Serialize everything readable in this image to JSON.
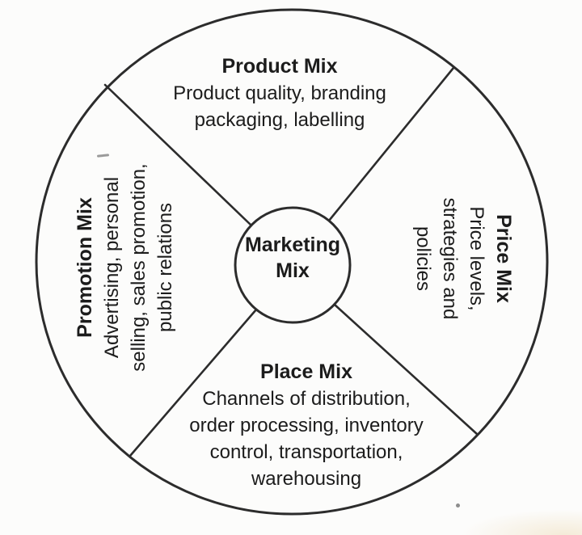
{
  "diagram": {
    "center": {
      "lines": [
        "Marketing",
        "Mix"
      ]
    },
    "segments": {
      "product": {
        "title": "Product Mix",
        "body": [
          "Product quality, branding",
          "packaging, labelling"
        ]
      },
      "price": {
        "title": "Price Mix",
        "body": [
          "Price levels,",
          "strategies and",
          "policies"
        ]
      },
      "place": {
        "title": "Place Mix",
        "body": [
          "Channels of distribution,",
          "order processing, inventory",
          "control, transportation,",
          "warehousing"
        ]
      },
      "promotion": {
        "title": "Promotion Mix",
        "body": [
          "Advertising, personal",
          "selling, sales promotion,",
          "public relations"
        ]
      }
    },
    "colors": {
      "ink": "#1c1c1c",
      "line": "#2c2c2c",
      "paper": "#fcfcfb"
    }
  }
}
